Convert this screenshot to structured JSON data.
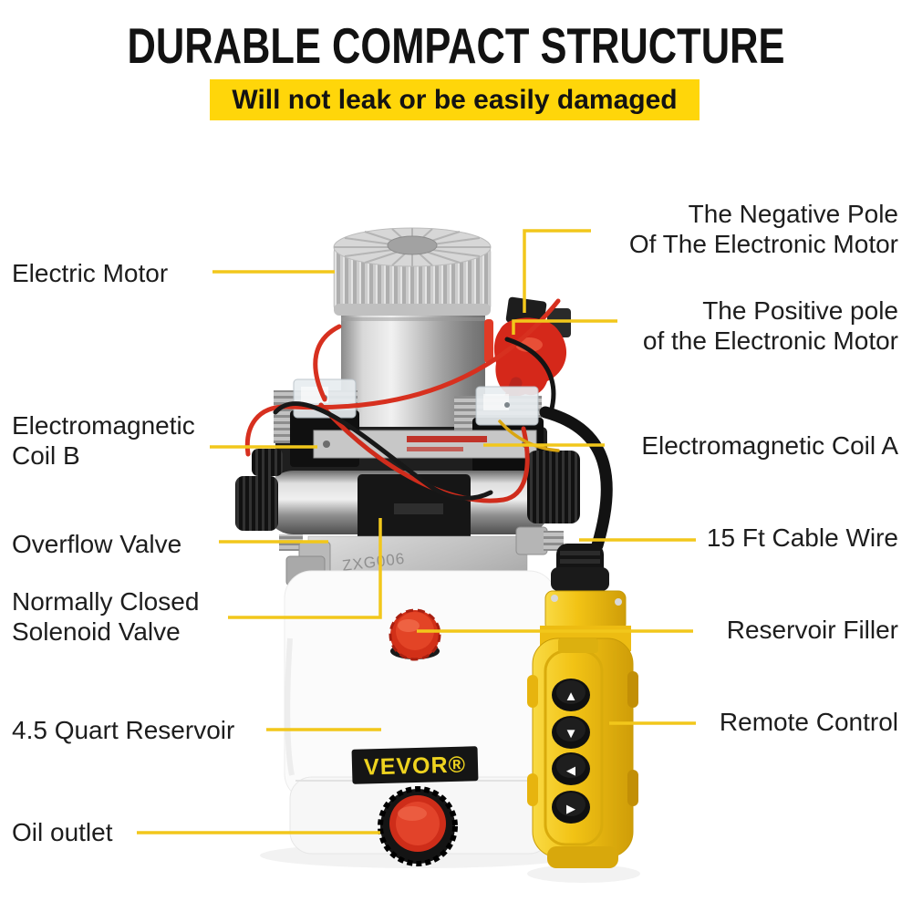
{
  "header": {
    "title": "DURABLE COMPACT STRUCTURE",
    "banner": "Will not leak or be easily damaged"
  },
  "product": {
    "brand": "VEVOR®",
    "model_code": "ZXG006"
  },
  "callouts_left": [
    {
      "id": "electric-motor",
      "line1": "Electric Motor"
    },
    {
      "id": "coil-b",
      "line1": "Electromagnetic",
      "line2": "Coil B"
    },
    {
      "id": "overflow-valve",
      "line1": "Overflow Valve"
    },
    {
      "id": "nc-solenoid-valve",
      "line1": "Normally Closed",
      "line2": "Solenoid Valve"
    },
    {
      "id": "reservoir",
      "line1": "4.5 Quart Reservoir"
    },
    {
      "id": "oil-outlet",
      "line1": "Oil outlet"
    }
  ],
  "callouts_right": [
    {
      "id": "negative-pole",
      "line1": "The Negative Pole",
      "line2": "Of The Electronic Motor"
    },
    {
      "id": "positive-pole",
      "line1": "The Positive pole",
      "line2": "of the Electronic Motor"
    },
    {
      "id": "coil-a",
      "line1": "Electromagnetic Coil A"
    },
    {
      "id": "cable-wire",
      "line1": "15 Ft Cable Wire"
    },
    {
      "id": "reservoir-filler",
      "line1": "Reservoir Filler"
    },
    {
      "id": "remote-control",
      "line1": "Remote Control"
    }
  ],
  "icons": {
    "remote_button_up": "▲",
    "remote_button_down": "▼",
    "remote_button_left": "◀",
    "remote_button_right": "▶"
  },
  "colors": {
    "banner_bg": "#FFD60A",
    "callout_line": "#F2C71B",
    "label_text": "#1D1D1D",
    "cap_red": "#D7301F",
    "remote_yellow": "#F2C315",
    "logo_yellow": "#EED31F",
    "logo_plate": "#151515"
  }
}
